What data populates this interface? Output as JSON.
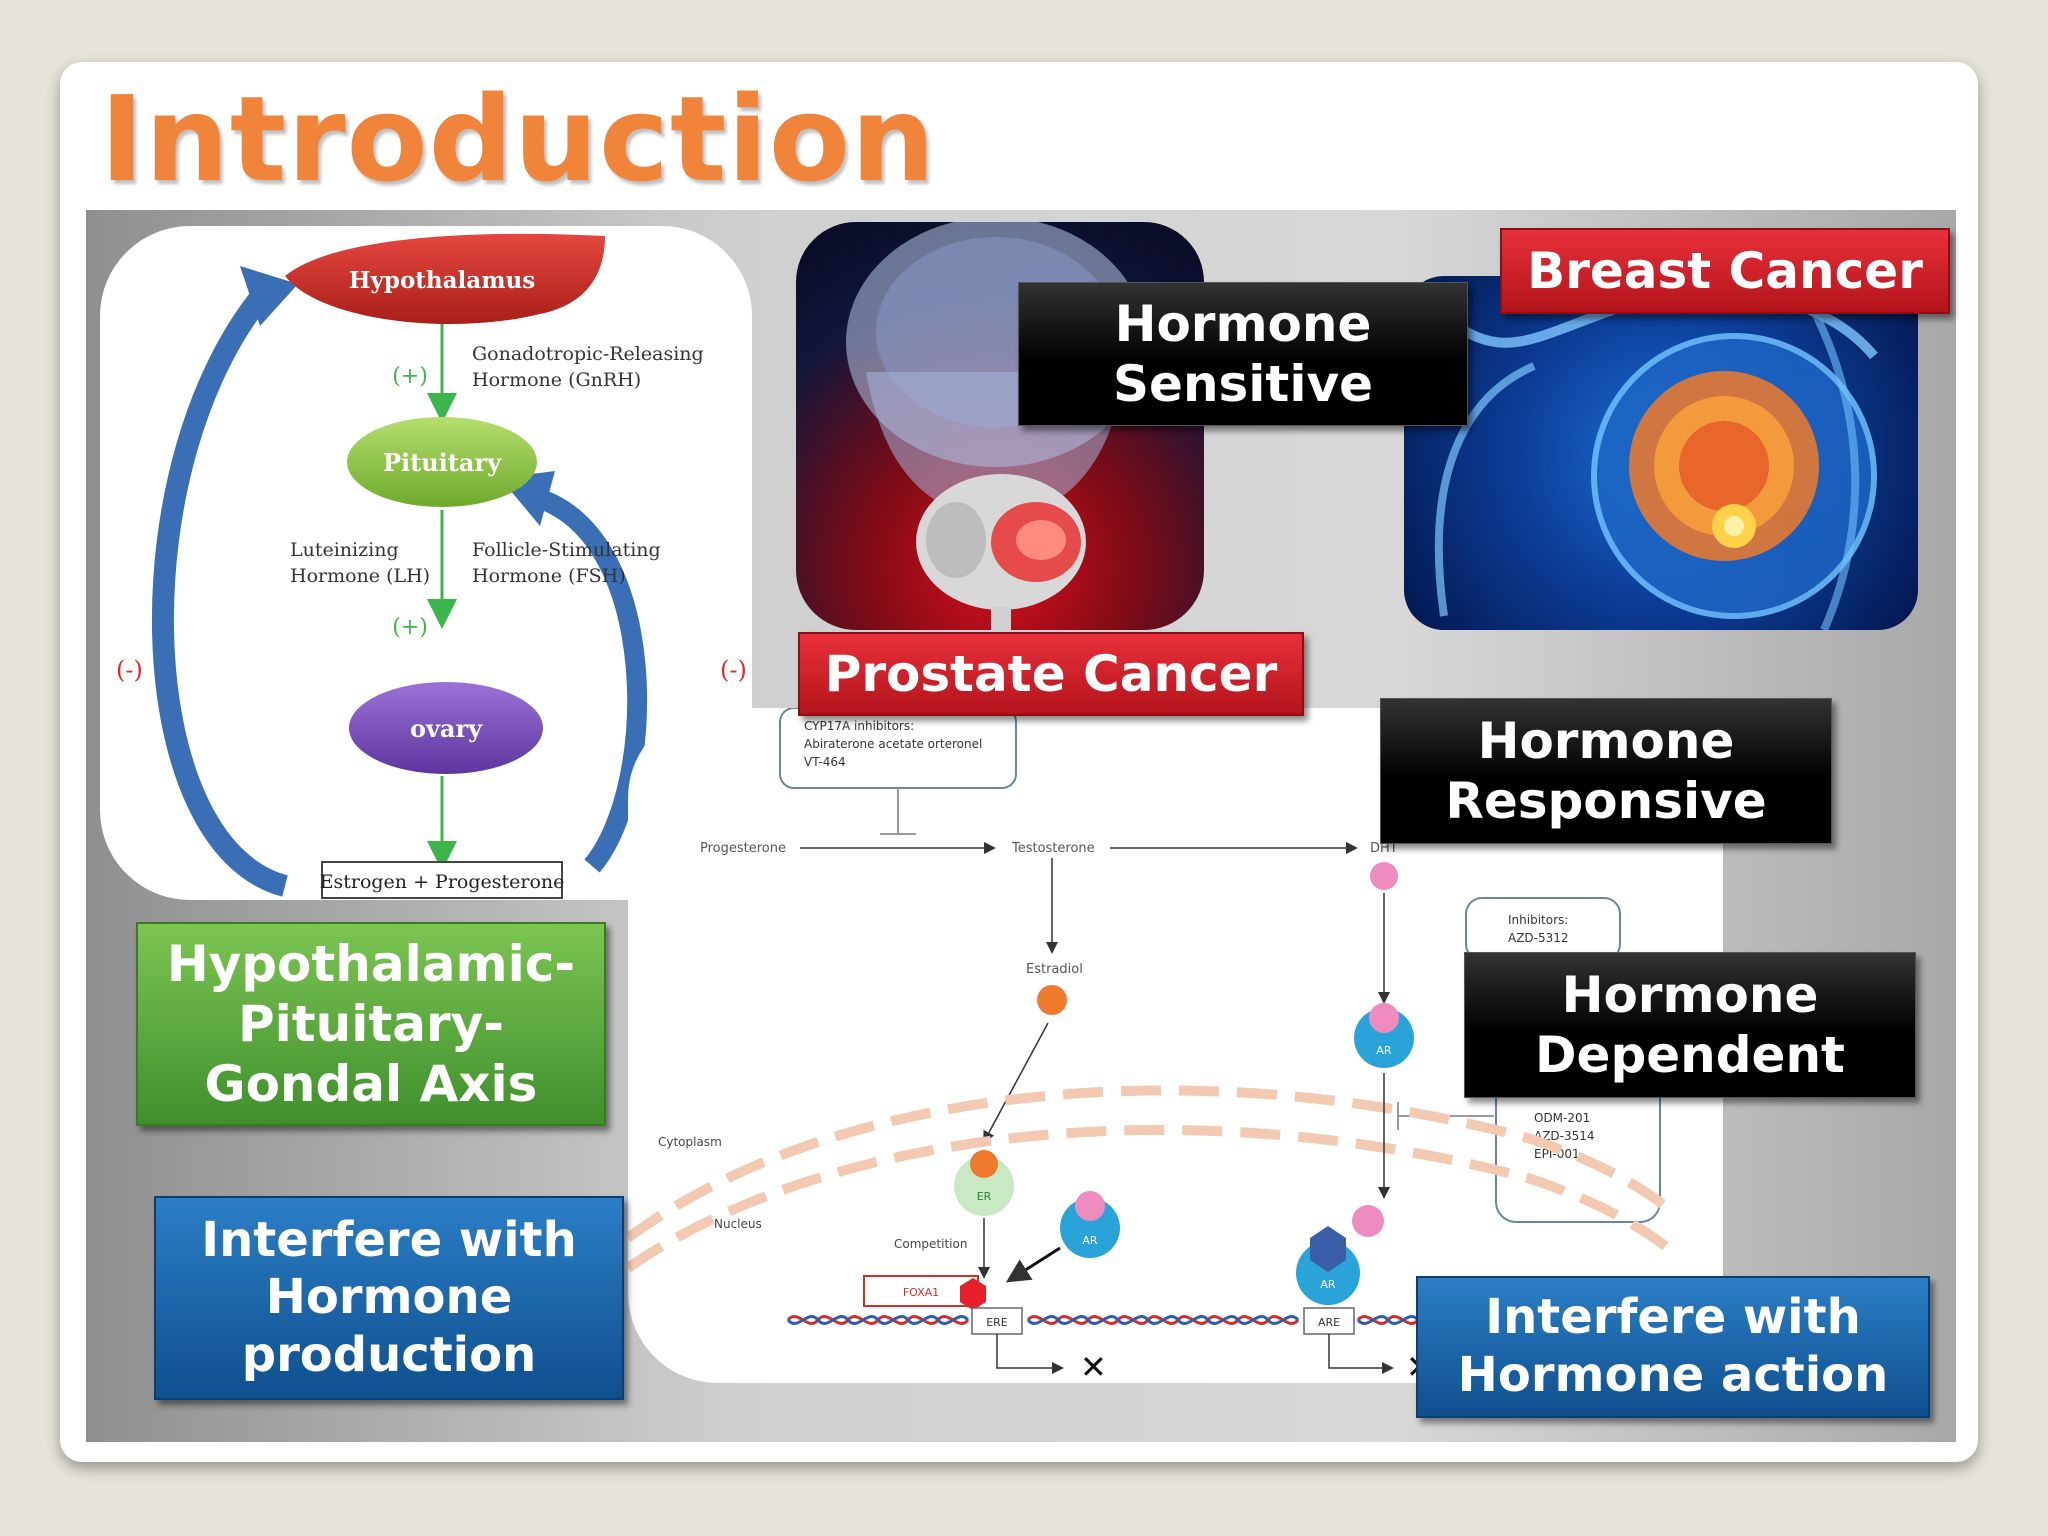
{
  "slide": {
    "title": "Introduction"
  },
  "labels": {
    "breast_cancer": "Breast Cancer",
    "prostate_cancer": "Prostate Cancer",
    "hormone_sensitive": "Hormone Sensitive",
    "hormone_responsive": "Hormone Responsive",
    "hormone_dependent": "Hormone Dependent",
    "hpg_axis": "Hypothalamic-Pituitary-Gondal Axis",
    "interfere_production": "Interfere with Hormone production",
    "interfere_action": "Interfere with Hormone action"
  },
  "hpg_diagram": {
    "hypothalamus": "Hypothalamus",
    "gnrh": [
      "Gonadotropic-Releasing",
      "Hormone   (GnRH)"
    ],
    "pituitary": "Pituitary",
    "lh": [
      "Luteinizing",
      "Hormone (LH)"
    ],
    "fsh": [
      "Follicle-Stimulating",
      "Hormone (FSH)"
    ],
    "plus": "(+)",
    "minus": "(-)",
    "ovary": "ovary",
    "estrogen": "Estrogen + Progesterone"
  },
  "pathway": {
    "cyp_box": [
      "CYP17A inhibitors:",
      "Abiraterone acetate orteronel",
      "VT-464"
    ],
    "progesterone": "Progesterone",
    "testosterone": "Testosterone",
    "dht": "DHT",
    "estradiol": "Estradiol",
    "inhibitors_top": [
      "Inhibitors:",
      "AZD-5312"
    ],
    "inhibitors_bottom": [
      "ODM-201",
      "AZD-3514",
      "EPI-001"
    ],
    "cytoplasm": "Cytoplasm",
    "nucleus": "Nucleus",
    "competition": "Competition",
    "er": "ER",
    "ar": "AR",
    "foxa1": "FOXA1",
    "ere": "ERE",
    "are": "ARE"
  },
  "colors": {
    "title": "#f0843a",
    "hypothalamus": "#d2302a",
    "pituitary": "#8cc63f",
    "ovary": "#7a4fbf",
    "arrow_blue": "#3a6fb5"
  }
}
